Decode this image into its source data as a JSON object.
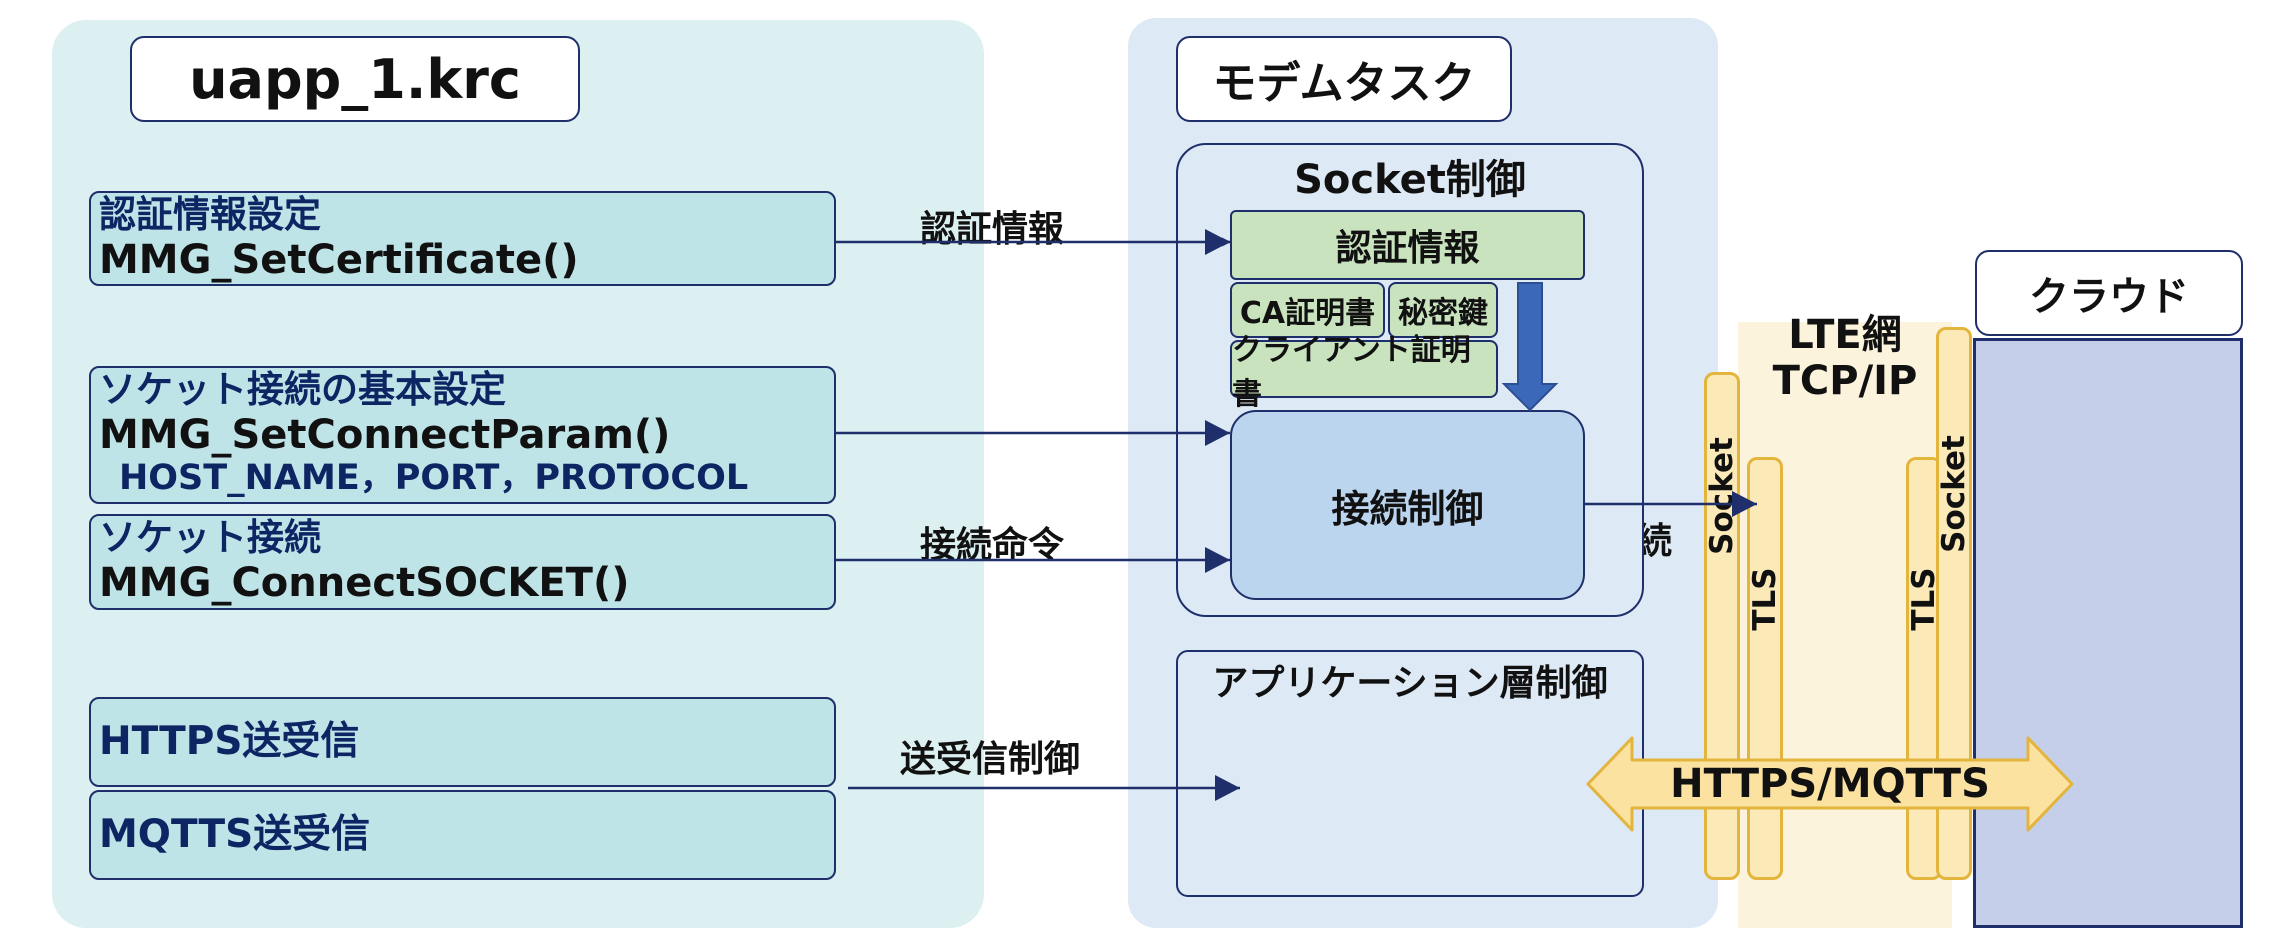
{
  "left_panel": {
    "title": "uapp_1.krc",
    "functions": [
      {
        "line1": "認証情報設定",
        "line2": "MMG_SetCertificate()"
      },
      {
        "line1": "ソケット接続の基本設定",
        "line2": "MMG_SetConnectParam()",
        "line3": "HOST_NAME，PORT，PROTOCOL"
      },
      {
        "line1": "ソケット接続",
        "line2": "MMG_ConnectSOCKET()"
      },
      {
        "line1": "HTTPS送受信"
      },
      {
        "line1": "MQTTS送受信"
      }
    ]
  },
  "arrows": {
    "cert_label": "認証情報",
    "connect_cmd_label": "接続命令",
    "send_recv_label": "送受信制御",
    "connect_label": "接続"
  },
  "modem": {
    "title": "モデムタスク",
    "socket_control": {
      "title": "Socket制御",
      "cert_info": "認証情報",
      "ca_cert": "CA証明書",
      "secret_key": "秘密鍵",
      "client_cert": "クライアント証明書",
      "connection_control": "接続制御"
    },
    "app_layer_control": "アプリケーション層制御"
  },
  "network": {
    "title_line1": "LTE網",
    "title_line2": "TCP/IP",
    "socket_left": "Socket",
    "tls_left": "TLS",
    "tls_right": "TLS",
    "socket_right": "Socket",
    "protocol": "HTTPS/MQTTS"
  },
  "cloud": {
    "title": "クラウド"
  },
  "colors": {
    "border": "#1f2f6b",
    "left_bg": "#dcf0f2",
    "modem_bg": "#dde9f4",
    "cert_green": "#c8e3bd",
    "bar_yellow": "#fbe9b7",
    "bar_gold": "#e3b53c",
    "cloud_bg": "#c5cfea",
    "down_arrow": "#3b68b8"
  }
}
